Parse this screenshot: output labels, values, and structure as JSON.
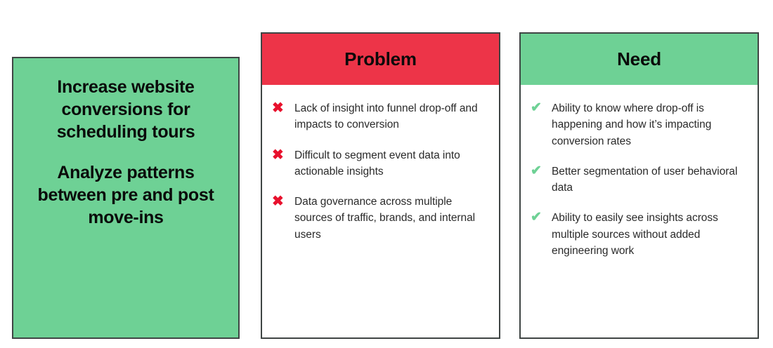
{
  "colors": {
    "green": "#6ED195",
    "red": "#ED3448",
    "cross_red": "#E8112D",
    "border": "#3f4544",
    "text": "#2a2a2a",
    "heading": "#0a0a0a",
    "card_background": "#ffffff",
    "page_background": "#ffffff"
  },
  "goal_card": {
    "name": "goal",
    "line_1": "Increase website conversions for scheduling tours",
    "line_2": "Analyze patterns between pre and post move-ins"
  },
  "columns": [
    {
      "id": "problem",
      "title": "Problem",
      "header_color": "#ED3448",
      "icon": "cross-icon",
      "icon_glyph": "✖",
      "items": [
        "Lack of insight into funnel drop-off and impacts to conversion",
        "Difficult to segment event data into actionable insights",
        "Data governance across multiple sources of traffic, brands, and internal users"
      ]
    },
    {
      "id": "need",
      "title": "Need",
      "header_color": "#6ED195",
      "icon": "check-icon",
      "icon_glyph": "✔",
      "items": [
        "Ability to know where drop-off is happening and how it’s impacting conversion rates",
        "Better segmentation of user behavioral data",
        "Ability to easily see insights across multiple sources without added engineering work"
      ]
    }
  ]
}
